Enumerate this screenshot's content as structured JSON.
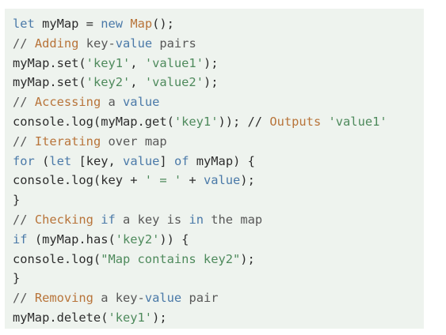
{
  "colors": {
    "background": "#eef3ee",
    "text": "#2d2d2d",
    "keyword": "#4a79a8",
    "string": "#4e8a5c",
    "warm": "#b8743a",
    "comment": "#585858"
  },
  "code": {
    "lines": [
      [
        {
          "t": "let",
          "c": "kw"
        },
        {
          "t": " myMap = ",
          "c": "text"
        },
        {
          "t": "new",
          "c": "kw"
        },
        {
          "t": " ",
          "c": "text"
        },
        {
          "t": "Map",
          "c": "warm"
        },
        {
          "t": "();",
          "c": "text"
        }
      ],
      [
        {
          "t": "// ",
          "c": "comment"
        },
        {
          "t": "Adding",
          "c": "warm"
        },
        {
          "t": " key-",
          "c": "comment"
        },
        {
          "t": "value",
          "c": "kw"
        },
        {
          "t": " pairs",
          "c": "comment"
        }
      ],
      [
        {
          "t": "myMap.set(",
          "c": "text"
        },
        {
          "t": "'key1'",
          "c": "str"
        },
        {
          "t": ", ",
          "c": "text"
        },
        {
          "t": "'value1'",
          "c": "str"
        },
        {
          "t": ");",
          "c": "text"
        }
      ],
      [
        {
          "t": "myMap.set(",
          "c": "text"
        },
        {
          "t": "'key2'",
          "c": "str"
        },
        {
          "t": ", ",
          "c": "text"
        },
        {
          "t": "'value2'",
          "c": "str"
        },
        {
          "t": ");",
          "c": "text"
        }
      ],
      [
        {
          "t": "// ",
          "c": "comment"
        },
        {
          "t": "Accessing",
          "c": "warm"
        },
        {
          "t": " a ",
          "c": "comment"
        },
        {
          "t": "value",
          "c": "kw"
        }
      ],
      [
        {
          "t": "console.log(myMap.get(",
          "c": "text"
        },
        {
          "t": "'key1'",
          "c": "str"
        },
        {
          "t": ")); // ",
          "c": "text"
        },
        {
          "t": "Outputs",
          "c": "warm"
        },
        {
          "t": " ",
          "c": "text"
        },
        {
          "t": "'value1'",
          "c": "str"
        }
      ],
      [
        {
          "t": "// ",
          "c": "comment"
        },
        {
          "t": "Iterating",
          "c": "warm"
        },
        {
          "t": " over map",
          "c": "comment"
        }
      ],
      [
        {
          "t": "for",
          "c": "kw"
        },
        {
          "t": " (",
          "c": "text"
        },
        {
          "t": "let",
          "c": "kw"
        },
        {
          "t": " [key, ",
          "c": "text"
        },
        {
          "t": "value",
          "c": "kw"
        },
        {
          "t": "] ",
          "c": "text"
        },
        {
          "t": "of",
          "c": "kw"
        },
        {
          "t": " myMap) {",
          "c": "text"
        }
      ],
      [
        {
          "t": "console.log(key + ",
          "c": "text"
        },
        {
          "t": "' = '",
          "c": "str"
        },
        {
          "t": " + ",
          "c": "text"
        },
        {
          "t": "value",
          "c": "kw"
        },
        {
          "t": ");",
          "c": "text"
        }
      ],
      [
        {
          "t": "}",
          "c": "text"
        }
      ],
      [
        {
          "t": "// ",
          "c": "comment"
        },
        {
          "t": "Checking",
          "c": "warm"
        },
        {
          "t": " ",
          "c": "comment"
        },
        {
          "t": "if",
          "c": "kw"
        },
        {
          "t": " a key is ",
          "c": "comment"
        },
        {
          "t": "in",
          "c": "kw"
        },
        {
          "t": " the map",
          "c": "comment"
        }
      ],
      [
        {
          "t": "if",
          "c": "kw"
        },
        {
          "t": " (myMap.has(",
          "c": "text"
        },
        {
          "t": "'key2'",
          "c": "str"
        },
        {
          "t": ")) {",
          "c": "text"
        }
      ],
      [
        {
          "t": "console.log(",
          "c": "text"
        },
        {
          "t": "\"Map contains key2\"",
          "c": "str"
        },
        {
          "t": ");",
          "c": "text"
        }
      ],
      [
        {
          "t": "}",
          "c": "text"
        }
      ],
      [
        {
          "t": "// ",
          "c": "comment"
        },
        {
          "t": "Removing",
          "c": "warm"
        },
        {
          "t": " a key-",
          "c": "comment"
        },
        {
          "t": "value",
          "c": "kw"
        },
        {
          "t": " pair",
          "c": "comment"
        }
      ],
      [
        {
          "t": "myMap.delete(",
          "c": "text"
        },
        {
          "t": "'key1'",
          "c": "str"
        },
        {
          "t": ");",
          "c": "text"
        }
      ]
    ]
  }
}
